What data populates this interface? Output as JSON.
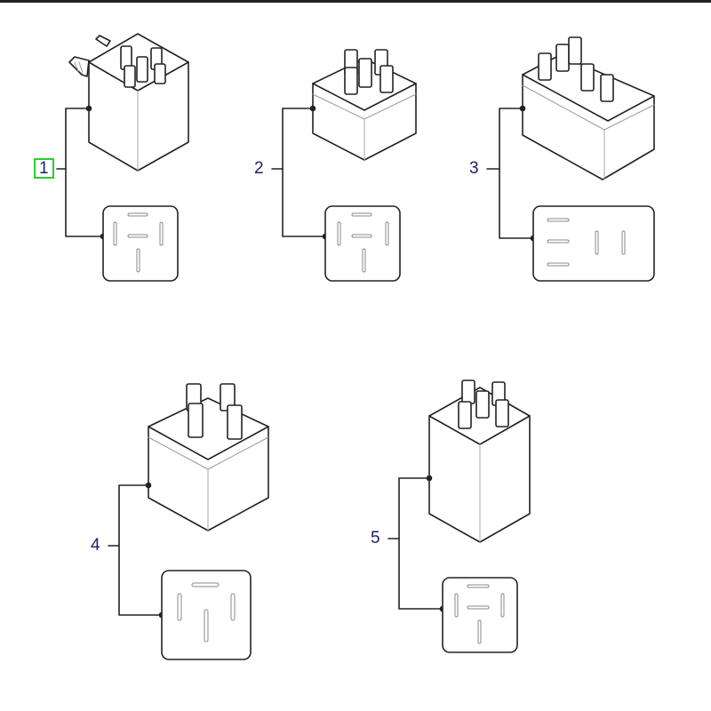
{
  "diagram": {
    "type": "relay parts illustration",
    "accent_colors": {
      "callout_text": "#1d1d6b",
      "selection_box": "#2ecc2e",
      "line": "#222222"
    },
    "items": [
      {
        "number": "1",
        "selected": true,
        "description": "tall relay with mounting stud, 5-pin footprint"
      },
      {
        "number": "2",
        "selected": false,
        "description": "square relay, 5-pin footprint"
      },
      {
        "number": "3",
        "selected": false,
        "description": "wide relay, 5 blade pins in row pattern"
      },
      {
        "number": "4",
        "selected": false,
        "description": "square relay, 4-pin footprint"
      },
      {
        "number": "5",
        "selected": false,
        "description": "tall relay, 5-pin footprint"
      }
    ]
  }
}
